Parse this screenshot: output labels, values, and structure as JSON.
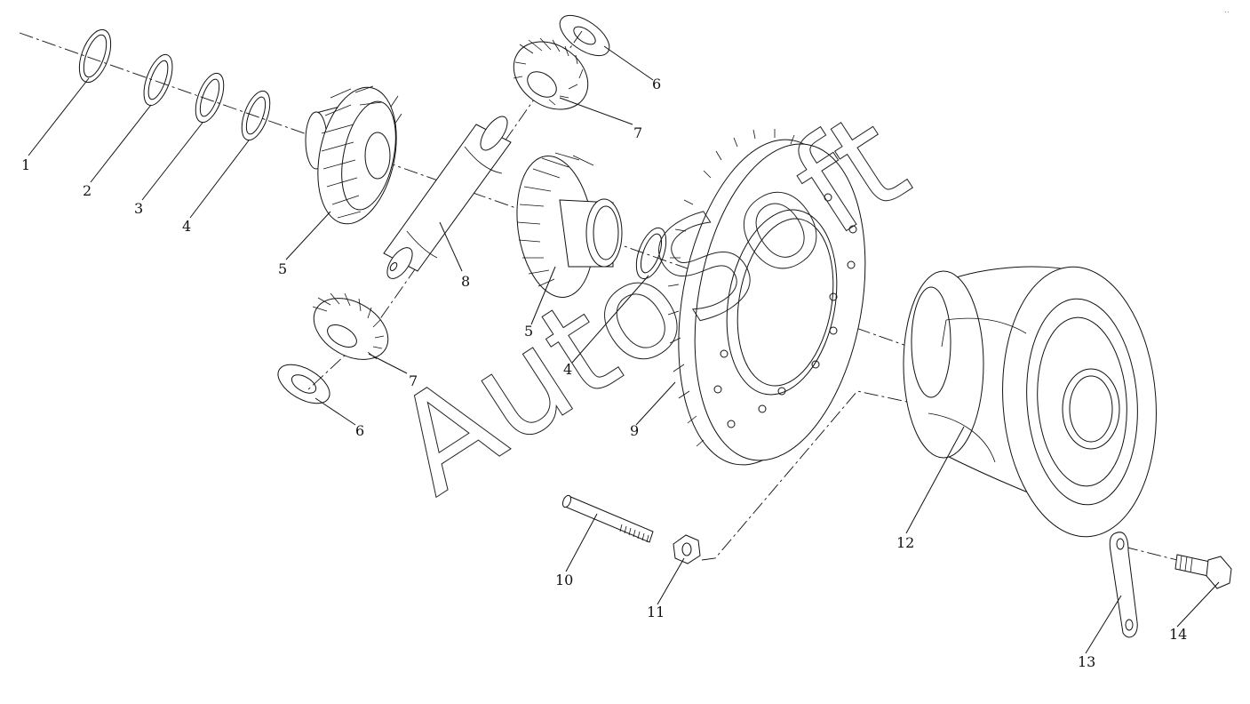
{
  "diagram": {
    "watermark": "AutoSoft",
    "corner_mark": "..",
    "callouts": [
      {
        "id": "c1",
        "label": "1"
      },
      {
        "id": "c2",
        "label": "2"
      },
      {
        "id": "c3",
        "label": "3"
      },
      {
        "id": "c4a",
        "label": "4"
      },
      {
        "id": "c5a",
        "label": "5"
      },
      {
        "id": "c6a",
        "label": "6"
      },
      {
        "id": "c7a",
        "label": "7"
      },
      {
        "id": "c8",
        "label": "8"
      },
      {
        "id": "c5b",
        "label": "5"
      },
      {
        "id": "c4b",
        "label": "4"
      },
      {
        "id": "c7b",
        "label": "7"
      },
      {
        "id": "c6b",
        "label": "6"
      },
      {
        "id": "c9",
        "label": "9"
      },
      {
        "id": "c10",
        "label": "10"
      },
      {
        "id": "c11",
        "label": "11"
      },
      {
        "id": "c12",
        "label": "12"
      },
      {
        "id": "c13",
        "label": "13"
      },
      {
        "id": "c14",
        "label": "14"
      }
    ]
  }
}
